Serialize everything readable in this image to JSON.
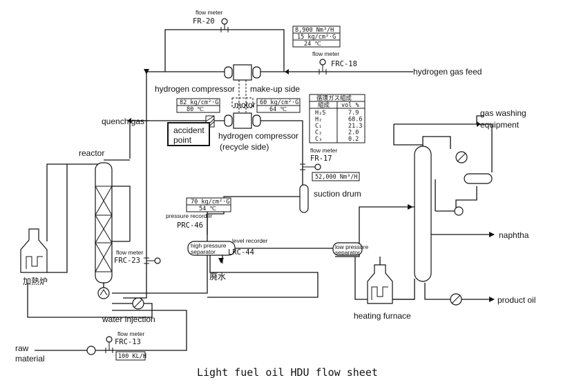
{
  "title": "Light fuel oil HDU flow sheet",
  "labels": {
    "flow_meter": "flow meter",
    "fr20": "FR-20",
    "frc18": "FRC-18",
    "fr17": "FR-17",
    "frc23": "FRC-23",
    "frc13": "FRC-13",
    "hydrogen_gas_feed": "hydrogen gas feed",
    "hydrogen_compressor_makeup": "hydrogen compressor",
    "makeup_side": "make-up side",
    "motor": "motor",
    "hydrogen_compressor_recycle": "hydrogen compressor",
    "recycle_side": "(recycle side)",
    "quench_gas": "quench gas",
    "accident_line1": "accident",
    "accident_line2": "point",
    "reactor": "reactor",
    "suction_drum": "suction drum",
    "gas_washing_line1": "gas washing",
    "gas_washing_line2": "equipment",
    "naphtha": "naphtha",
    "product_oil": "product oil",
    "heating_furnace": "heating furnace",
    "heating_furnace_jp": "加熱炉",
    "water_injection": "water injection",
    "raw_line1": "raw",
    "raw_line2": "material",
    "pressure_recorder": "pressure recorder",
    "prc46": "PRC-46",
    "level_recorder": "level recorder",
    "lrc44": "LRC-44",
    "hp_sep_line1": "high pressure",
    "hp_sep_line2": "separator",
    "lp_sep_line1": "low pressure",
    "lp_sep_line2": "separator",
    "waste_water_jp": "廃水"
  },
  "boxes": {
    "makeup_line1": "8,900 Nm³/H",
    "makeup_line2": "15 kg/cm²·G",
    "makeup_line3": "24 ℃",
    "comp_left_line1": "82 kg/cm²·G",
    "comp_left_line2": "80 ℃",
    "comp_right_line1": "60 kg/cm²·G",
    "comp_right_line2": "64 ℃",
    "fr17_flow": "52,000 Nm³/H",
    "sep_line1": "70 kg/cm²·G",
    "sep_line2": "54 ℃",
    "raw_flow": "100 KL/H"
  },
  "gas_table": {
    "title": "循環ガス組成",
    "headers": [
      "組成",
      "vol %"
    ],
    "rows": [
      [
        "H₂S",
        "7.9"
      ],
      [
        "H₂",
        "68.6"
      ],
      [
        "C₁",
        "21.3"
      ],
      [
        "C₂",
        "2.0"
      ],
      [
        "C₃",
        "0.2"
      ]
    ]
  }
}
